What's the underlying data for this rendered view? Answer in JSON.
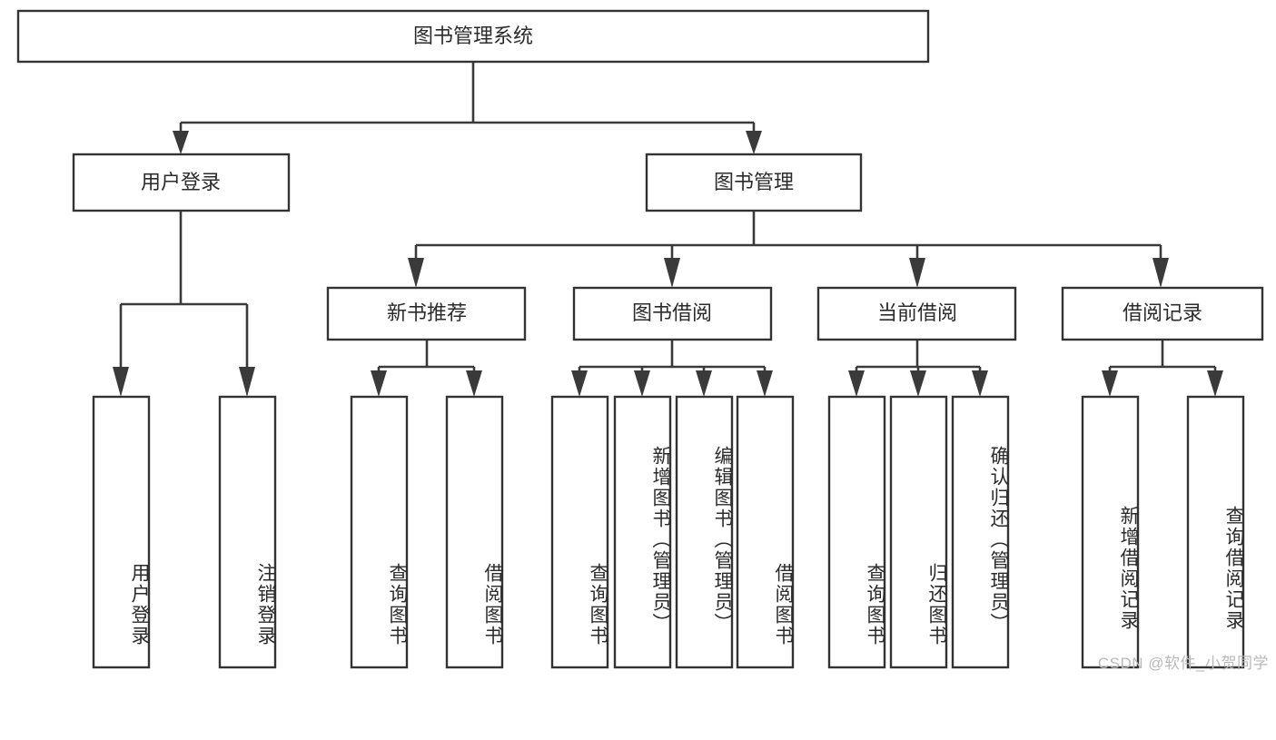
{
  "diagram": {
    "type": "tree-hierarchy-chart",
    "title": "图书管理系统",
    "orientation": "top-down",
    "colors": {
      "box_border": "#333333",
      "box_fill": "#ffffff",
      "line": "#3a3a3a",
      "text": "#2b2b2b",
      "watermark": "#b9b9b9",
      "background": "#ffffff"
    },
    "levels": {
      "level1": [
        "图书管理系统"
      ],
      "level2": [
        "用户登录",
        "图书管理"
      ],
      "level3": [
        "新书推荐",
        "图书借阅",
        "当前借阅",
        "借阅记录"
      ]
    },
    "nodes": {
      "root": {
        "id": "root",
        "label": "图书管理系统",
        "level": 1
      },
      "user_login": {
        "id": "user_login",
        "label": "用户登录",
        "level": 2
      },
      "book_mgmt": {
        "id": "book_mgmt",
        "label": "图书管理",
        "level": 2
      },
      "new_book_rec": {
        "id": "new_book_rec",
        "label": "新书推荐",
        "level": 3
      },
      "book_borrow": {
        "id": "book_borrow",
        "label": "图书借阅",
        "level": 3
      },
      "current_borrow": {
        "id": "current_borrow",
        "label": "当前借阅",
        "level": 3
      },
      "borrow_record": {
        "id": "borrow_record",
        "label": "借阅记录",
        "level": 3
      }
    },
    "leaves": {
      "user_login": [
        "用户登录",
        "注销登录"
      ],
      "new_book_rec": [
        "查询图书",
        "借阅图书"
      ],
      "book_borrow": [
        "查询图书",
        "新增图书（管理员）",
        "编辑图书（管理员）",
        "借阅图书"
      ],
      "current_borrow": [
        "查询图书",
        "归还图书",
        "确认归还（管理员）"
      ],
      "borrow_record": [
        "新增借阅记录",
        "查询借阅记录"
      ]
    },
    "edges": [
      {
        "from": "图书管理系统",
        "to": "用户登录"
      },
      {
        "from": "图书管理系统",
        "to": "图书管理"
      },
      {
        "from": "图书管理",
        "to": "新书推荐"
      },
      {
        "from": "图书管理",
        "to": "图书借阅"
      },
      {
        "from": "图书管理",
        "to": "当前借阅"
      },
      {
        "from": "图书管理",
        "to": "借阅记录"
      },
      {
        "from": "用户登录",
        "to": "用户登录"
      },
      {
        "from": "用户登录",
        "to": "注销登录"
      },
      {
        "from": "新书推荐",
        "to": "查询图书"
      },
      {
        "from": "新书推荐",
        "to": "借阅图书"
      },
      {
        "from": "图书借阅",
        "to": "查询图书"
      },
      {
        "from": "图书借阅",
        "to": "新增图书（管理员）"
      },
      {
        "from": "图书借阅",
        "to": "编辑图书（管理员）"
      },
      {
        "from": "图书借阅",
        "to": "借阅图书"
      },
      {
        "from": "当前借阅",
        "to": "查询图书"
      },
      {
        "from": "当前借阅",
        "to": "归还图书"
      },
      {
        "from": "当前借阅",
        "to": "确认归还（管理员）"
      },
      {
        "from": "借阅记录",
        "to": "新增借阅记录"
      },
      {
        "from": "借阅记录",
        "to": "查询借阅记录"
      }
    ]
  },
  "watermark": {
    "text": "CSDN @软件_小贺同学"
  }
}
